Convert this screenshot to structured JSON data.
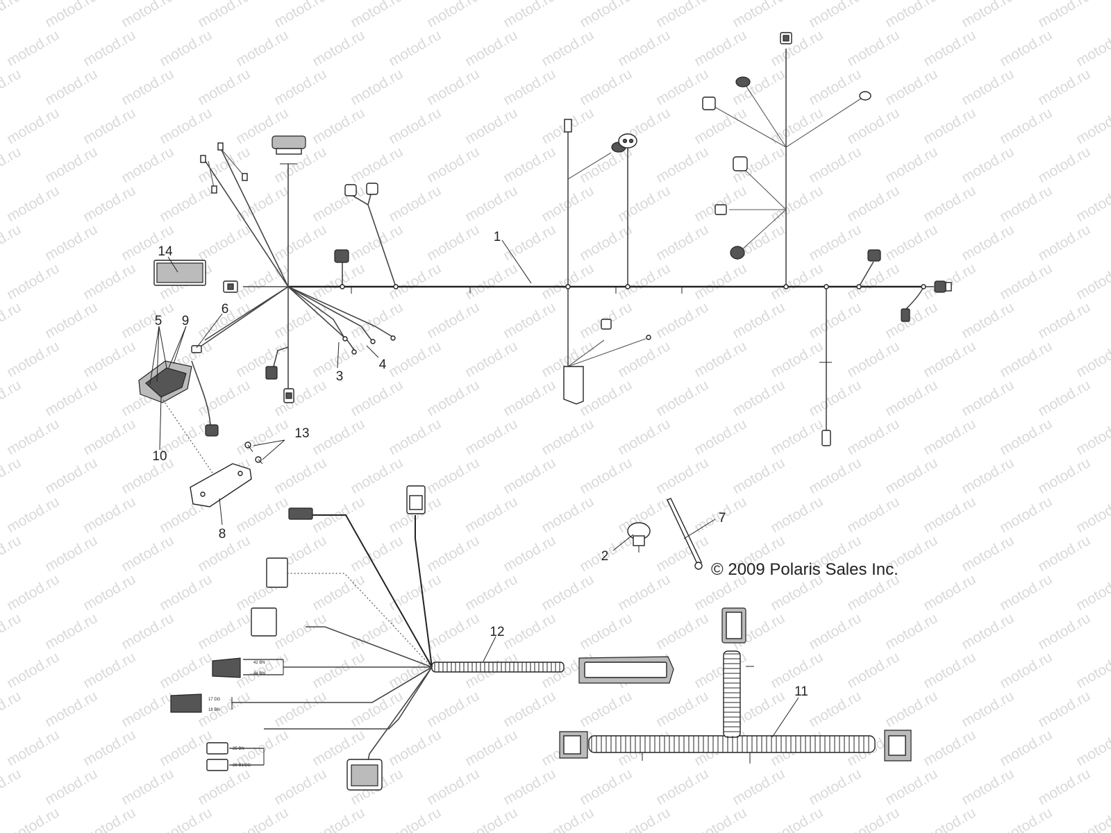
{
  "watermark": "motod.ru",
  "copyright": "© 2009 Polaris Sales Inc.",
  "callouts": [
    "1",
    "2",
    "3",
    "4",
    "5",
    "6",
    "7",
    "8",
    "9",
    "10",
    "11",
    "12",
    "13",
    "14"
  ],
  "wire_labels": [
    "42 BN",
    "44 BN",
    "17 DG",
    "18 BN",
    "25 BN",
    "28 B1/DG"
  ]
}
